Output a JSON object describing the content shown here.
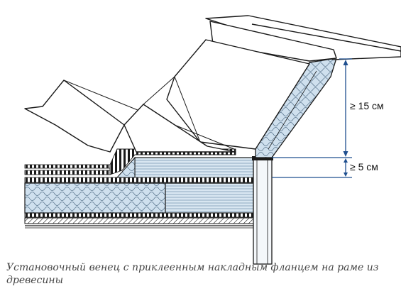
{
  "dimensions": {
    "upper": "≥ 15 см",
    "lower": "≥ 5 см"
  },
  "caption": "Установочный венец с приклеенным накладным фланцем на раме из древесины",
  "colors": {
    "line": "#1a1a1a",
    "dimension": "#1f4f8f",
    "insulation": "#cfe0ee",
    "wood": "#d8e6f1",
    "frame": "#f4f7fa"
  }
}
